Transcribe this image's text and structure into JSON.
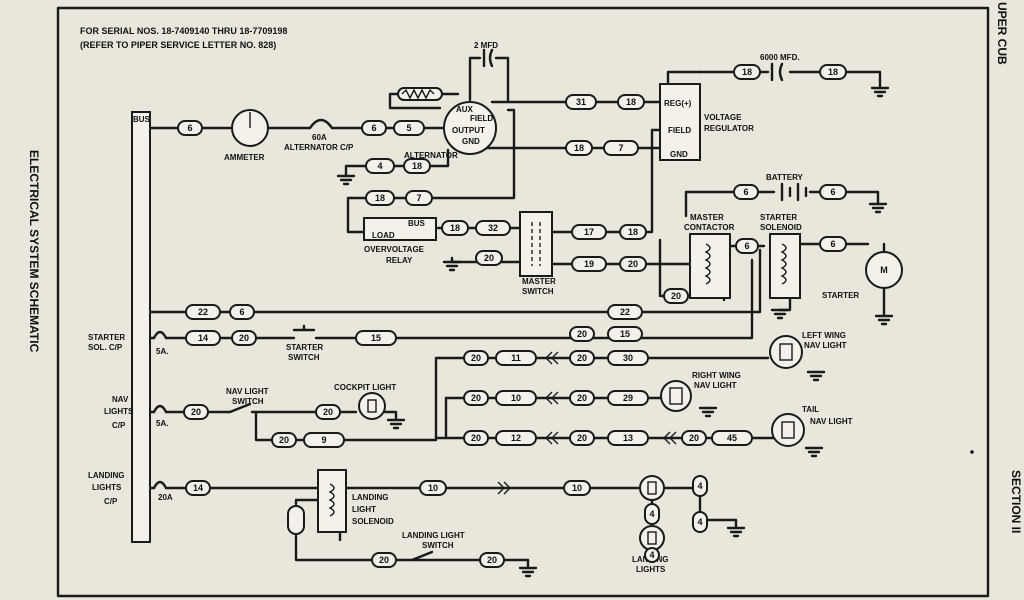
{
  "header": {
    "line1": "FOR SERIAL NOS. 18-7409140 THRU 18-7709198",
    "line2": "(REFER TO PIPER SERVICE LETTER NO. 828)"
  },
  "side_titles": {
    "left": "ELECTRICAL SYSTEM SCHEMATIC",
    "right_top": "UPER CUB",
    "right_bottom": "SECTION II"
  },
  "labels": {
    "bus": "BUS",
    "ammeter": "AMMETER",
    "alt_cp_rating": "60A",
    "alternator_cp": "ALTERNATOR C/P",
    "alternator": "ALTERNATOR",
    "cap_top": "2 MFD",
    "cap_right": "6000 MFD.",
    "aux": "AUX",
    "field": "FIELD",
    "output": "OUTPUT",
    "gnd": "GND",
    "reg_b": "REG(+)",
    "reg_field": "FIELD",
    "reg_gnd": "GND",
    "voltage": "VOLTAGE",
    "regulator": "REGULATOR",
    "ov_bus": "BUS",
    "ov_load": "LOAD",
    "overvoltage": "OVERVOLTAGE",
    "relay": "RELAY",
    "master": "MASTER",
    "switch": "SWITCH",
    "contactor": "CONTACTOR",
    "starter_label": "STARTER",
    "solenoid": "SOLENOID",
    "battery": "BATTERY",
    "starter": "STARTER",
    "motor": "M",
    "starter_sol_cp_1": "STARTER",
    "starter_sol_cp_2": "SOL. C/P",
    "rating_5a_1": "5A.",
    "starter_switch_1": "STARTER",
    "starter_switch_2": "SWITCH",
    "left_wing_1": "LEFT WING",
    "left_wing_2": "NAV LIGHT",
    "nav_lights_1": "NAV",
    "nav_lights_2": "LIGHTS",
    "nav_lights_3": "C/P",
    "rating_5a_2": "5A.",
    "nav_light_switch_1": "NAV LIGHT",
    "nav_light_switch_2": "SWITCH",
    "cockpit_light": "COCKPIT LIGHT",
    "right_wing_1": "RIGHT WING",
    "right_wing_2": "NAV LIGHT",
    "tail_1": "TAIL",
    "tail_2": "NAV LIGHT",
    "landing_lights_cp_1": "LANDING",
    "landing_lights_cp_2": "LIGHTS",
    "landing_lights_cp_3": "C/P",
    "rating_20a": "20A",
    "landing_sol_1": "LANDING",
    "landing_sol_2": "LIGHT",
    "landing_sol_3": "SOLENOID",
    "landing_switch_1": "LANDING LIGHT",
    "landing_switch_2": "SWITCH",
    "landing_lights_1": "LANDING",
    "landing_lights_2": "LIGHTS"
  },
  "wire_numbers": {
    "w_bus_amm": "6",
    "w_alt_a": "6",
    "w_alt_b": "5",
    "w_alt_c": "4",
    "w_alt_d": "18",
    "w_ov_a": "18",
    "w_ov_b": "7",
    "w_fld_a": "31",
    "w_fld_b": "18",
    "w_reg_a": "18",
    "w_reg_b": "7",
    "w_cap_a": "18",
    "w_cap_b": "18",
    "w_ov_c": "18",
    "w_ov_d": "32",
    "w_ms_a": "20",
    "w_ms_b": "17",
    "w_ms_c": "18",
    "w_ms_d": "19",
    "w_ms_e": "20",
    "w_mc_a": "20",
    "w_bat_a": "6",
    "w_bat_b": "6",
    "w_con_sol": "6",
    "w_sol_mot": "6",
    "w_22_a": "22",
    "w_22_b": "6",
    "w_22_c": "22",
    "w_ss_a": "14",
    "w_ss_b": "20",
    "w_ss_c": "15",
    "w_ss_d": "20",
    "w_ss_e": "15",
    "w_lw_a": "20",
    "w_lw_b": "11",
    "w_lw_c": "20",
    "w_lw_d": "30",
    "w_nav_a": "20",
    "w_ck_a": "20",
    "w_rw_a": "20",
    "w_rw_b": "10",
    "w_rw_c": "20",
    "w_rw_d": "29",
    "w_tl_a": "20",
    "w_tl_b": "9",
    "w_tl_c": "20",
    "w_tl_d": "12",
    "w_tl_e": "20",
    "w_tl_f": "13",
    "w_tl_g": "20",
    "w_tl_h": "45",
    "w_ll_a": "14",
    "w_ll_b": "10",
    "w_ll_c": "10",
    "w_ll_d": "4",
    "w_ll_e": "4",
    "w_ll_f": "4",
    "w_ll_g": "4",
    "w_ls_a": "20",
    "w_ls_b": "20"
  }
}
